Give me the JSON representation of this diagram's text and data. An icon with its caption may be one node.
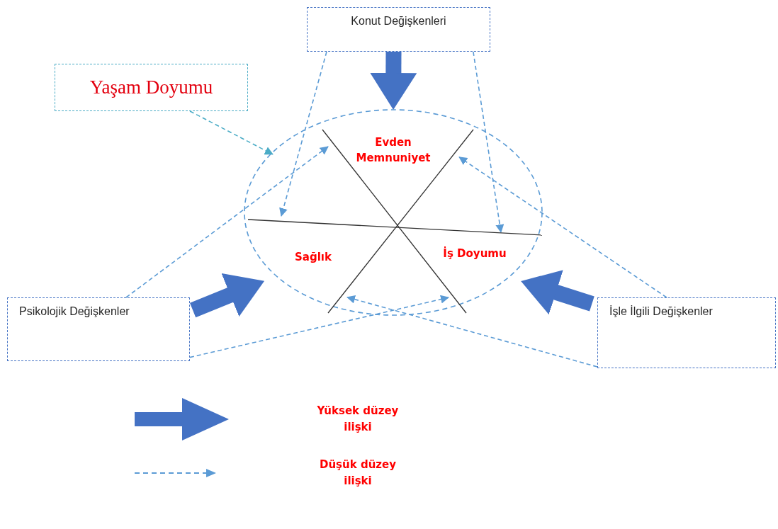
{
  "diagram": {
    "nodes": [
      {
        "text": [
          "Konut Değişkenleri"
        ]
      },
      {
        "text": [
          "Yaşam Doyumu"
        ]
      },
      {
        "text": [],
        "shape": "circle"
      },
      {
        "text": [
          "Evden Memnuniyet"
        ],
        "in": 2
      },
      {
        "text": [
          "Sağlık"
        ],
        "in": 2
      },
      {
        "text": [
          "İş Doyumu"
        ],
        "in": 2
      },
      {
        "text": [
          "Psikolojik Değişkenler"
        ]
      },
      {
        "text": [
          "İşle İlgili Değişkenler"
        ]
      }
    ],
    "edges": [
      {
        "from": 0,
        "to": 2,
        "arrow": "to",
        "style": "thick",
        "color": "#4472c4"
      },
      {
        "from": 1,
        "to": 2,
        "arrow": "to",
        "style": "dashed",
        "color": "#4bacc6"
      },
      {
        "from": 0,
        "to": 4,
        "arrow": "to",
        "style": "dashed"
      },
      {
        "from": 0,
        "to": 5,
        "arrow": "to",
        "style": "dashed"
      },
      {
        "from": 6,
        "to": 3,
        "arrow": "to",
        "style": "dashed"
      },
      {
        "from": 6,
        "to": 5,
        "arrow": "to",
        "style": "dashed"
      },
      {
        "from": 7,
        "to": 3,
        "arrow": "to",
        "style": "dashed"
      },
      {
        "from": 7,
        "to": 4,
        "arrow": "to",
        "style": "dashed"
      },
      {
        "from": 6,
        "to": 2,
        "arrow": "to",
        "style": "thick",
        "color": "#4472c4"
      },
      {
        "from": 7,
        "to": 2,
        "arrow": "to",
        "style": "thick",
        "color": "#4472c4"
      }
    ],
    "legend": [
      {
        "text": "Yüksek düzey ilişki"
      },
      {
        "text": "Düşük düzey ilişki"
      }
    ]
  }
}
